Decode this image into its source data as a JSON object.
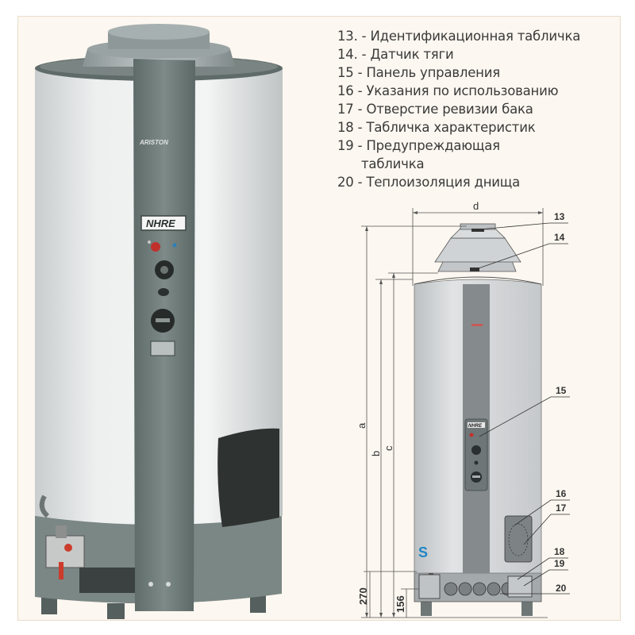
{
  "legend": {
    "items": [
      {
        "text": "13. - Идентификационная табличка"
      },
      {
        "text": "14. - Датчик тяги"
      },
      {
        "text": "15 - Панель управления"
      },
      {
        "text": "16 - Указания по использованию"
      },
      {
        "text": "17 - Отверстие ревизии бака"
      },
      {
        "text": "18 - Табличка характеристик"
      },
      {
        "text": "19 - Предупреждающая",
        "continuation": "табличка"
      },
      {
        "text": "20 - Теплоизоляция днища"
      }
    ]
  },
  "photo": {
    "logo_text": "ARISTON",
    "model_text": "NHRE"
  },
  "drawing": {
    "dimension_labels": {
      "d": "d",
      "a": "a",
      "b": "b",
      "c": "c",
      "h270": "270",
      "h156": "156"
    },
    "callouts": [
      "13",
      "14",
      "15",
      "16",
      "17",
      "18",
      "19",
      "20"
    ],
    "gas_marker": "S",
    "panel_model_text": "NHRE"
  },
  "colors": {
    "background": "#fcf7f0",
    "frame_border": "#e9dccb",
    "photo_body": "#e9ebeb",
    "strip": "#6e7c79",
    "diagram_body": "#d8dadc",
    "diagram_strip": "#7f8686",
    "gas_marker": "#1f86c8"
  }
}
